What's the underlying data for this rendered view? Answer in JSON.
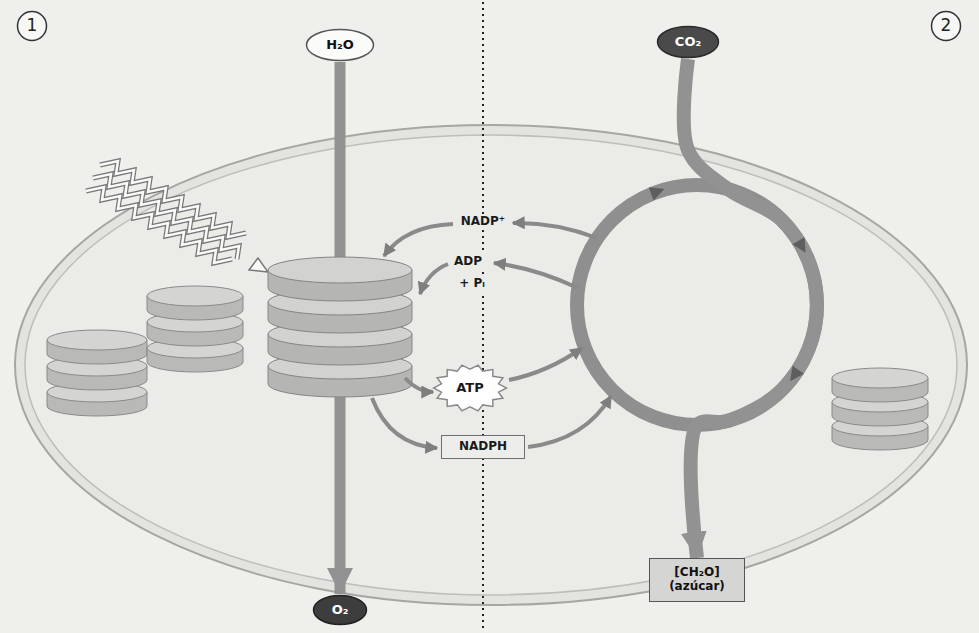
{
  "diagram": {
    "nodes": [
      {
        "text": [
          "1"
        ]
      },
      {
        "text": [
          "H₂O"
        ]
      },
      {
        "text": [
          "CO₂"
        ]
      },
      {
        "text": [
          "2"
        ]
      },
      {
        "text": [
          "ATP"
        ]
      },
      {
        "text": [
          "NADPH"
        ]
      },
      {
        "text": [
          "O₂"
        ]
      },
      {
        "text": [
          "[CH₂O] (azúcar)"
        ]
      }
    ],
    "edges": [
      {
        "from": 1,
        "to": 6,
        "arrow": "to"
      },
      {
        "from": 2,
        "to": 7,
        "arrow": "to"
      }
    ],
    "labels": [
      "NADP⁺",
      "ADP",
      "+ Pᵢ"
    ]
  }
}
